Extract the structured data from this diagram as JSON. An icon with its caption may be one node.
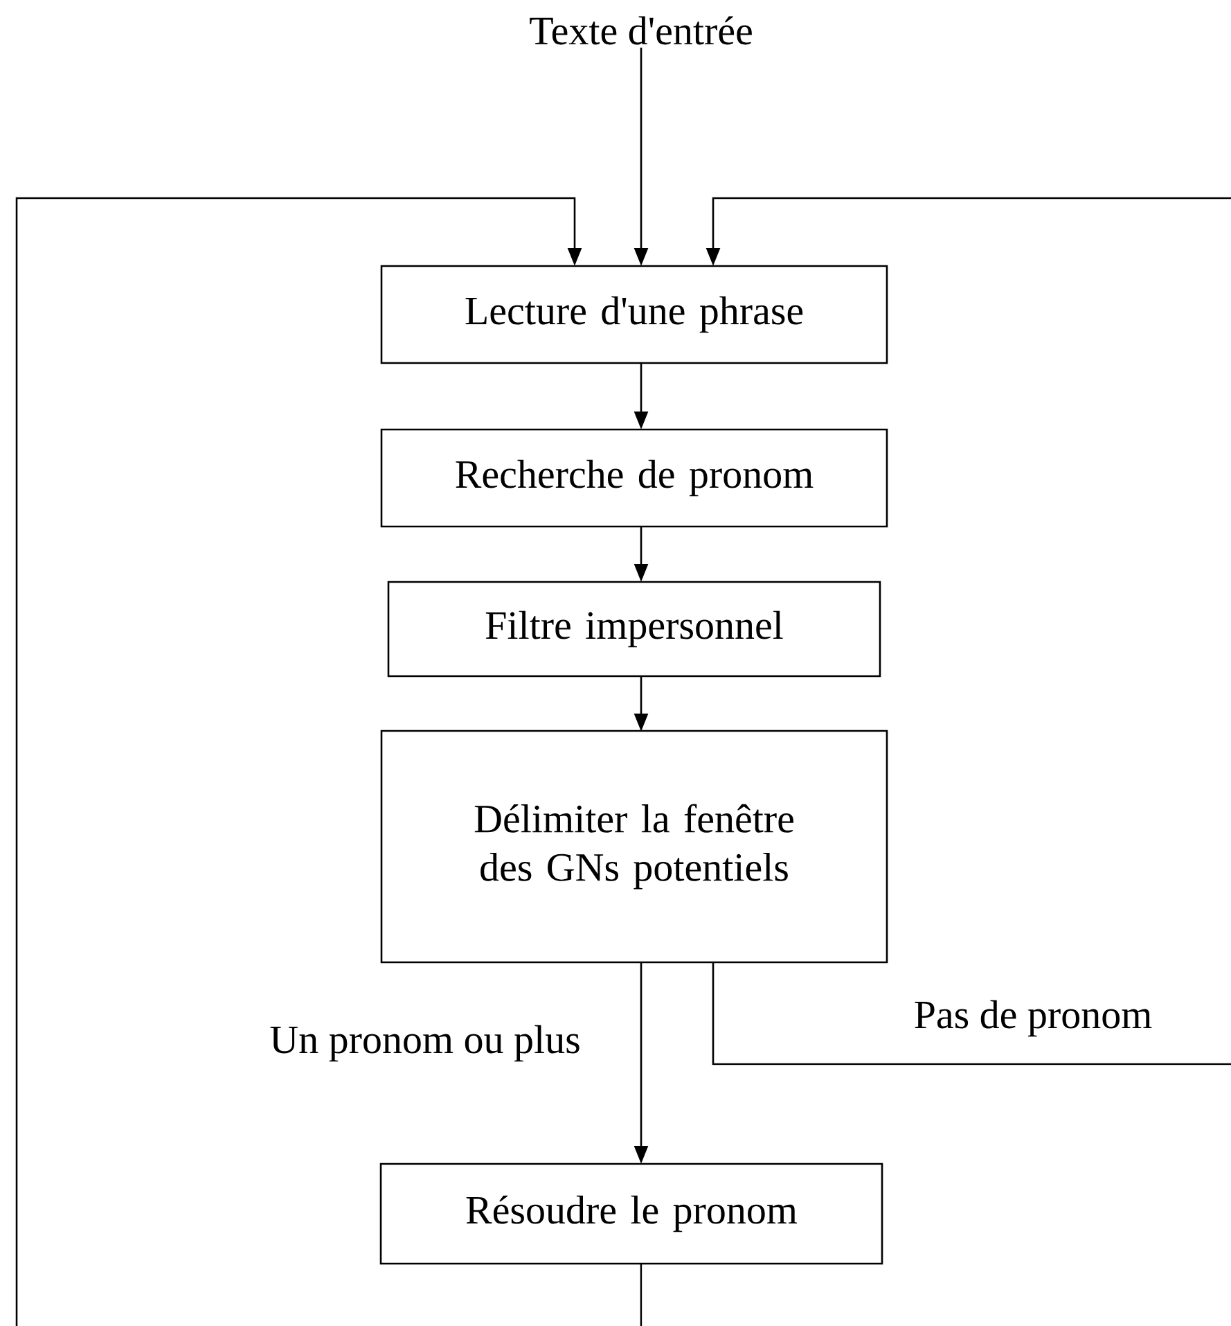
{
  "diagram": {
    "nodes": [
      {
        "text": [
          "Texte d'entrée"
        ]
      },
      {
        "text": [
          "Lecture d'une phrase"
        ]
      },
      {
        "text": [
          "Recherche de pronom"
        ]
      },
      {
        "text": [
          "Filtre impersonnel"
        ]
      },
      {
        "text": [
          "Délimiter la fenêtre des GNs potentiels"
        ]
      },
      {
        "text": [
          "Résoudre le pronom"
        ]
      }
    ],
    "edges": [
      {
        "from": 0,
        "to": 1,
        "arrow": "to"
      },
      {
        "from": 1,
        "to": 2,
        "arrow": "to"
      },
      {
        "from": 2,
        "to": 3,
        "arrow": "to"
      },
      {
        "from": 3,
        "to": 4,
        "arrow": "to"
      },
      {
        "from": 4,
        "to": 5,
        "arrow": "to",
        "label": "Un pronom ou plus"
      },
      {
        "from": 4,
        "to": 1,
        "arrow": "to",
        "label": "Pas de pronom"
      },
      {
        "from": 5,
        "to": 1,
        "arrow": "to"
      }
    ]
  }
}
